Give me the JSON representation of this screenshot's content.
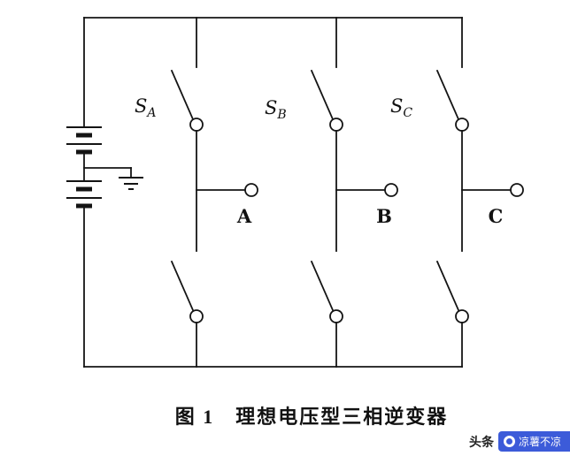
{
  "figure": {
    "caption": "图 1　理想电压型三相逆变器"
  },
  "switch_labels": {
    "sa": {
      "base": "S",
      "sub": "A"
    },
    "sb": {
      "base": "S",
      "sub": "B"
    },
    "sc": {
      "base": "S",
      "sub": "C"
    }
  },
  "phase_labels": {
    "a": "A",
    "b": "B",
    "c": "C"
  },
  "watermark": {
    "brand": "头条",
    "handle": "凉薯不凉",
    "accent_color": "#3C5BD9"
  },
  "colors": {
    "line": "#141414",
    "background": "#ffffff"
  }
}
